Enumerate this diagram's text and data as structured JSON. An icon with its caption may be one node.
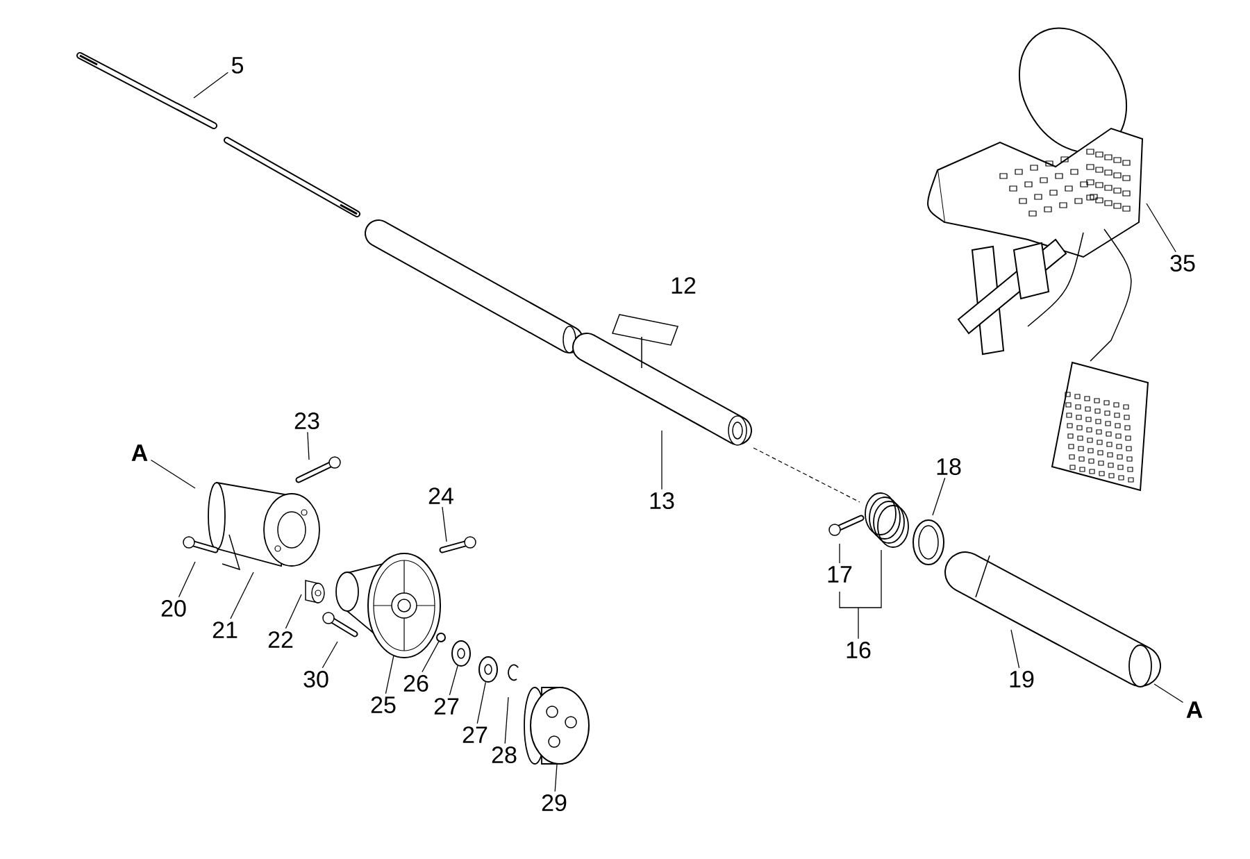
{
  "diagram": {
    "nodes": [
      {
        "text": [
          "5"
        ]
      },
      {
        "text": [
          "35"
        ]
      },
      {
        "text": [
          "23"
        ]
      },
      {
        "text": [
          "A"
        ]
      },
      {
        "text": [
          "13"
        ]
      },
      {
        "text": [
          "24"
        ]
      },
      {
        "text": [
          "18"
        ]
      },
      {
        "text": [
          "17"
        ]
      },
      {
        "text": [
          "20"
        ]
      },
      {
        "text": [
          "21"
        ]
      },
      {
        "text": [
          "22"
        ]
      },
      {
        "text": [
          "16"
        ]
      },
      {
        "text": [
          "30"
        ]
      },
      {
        "text": [
          "25"
        ]
      },
      {
        "text": [
          "26"
        ]
      },
      {
        "text": [
          "19"
        ]
      },
      {
        "text": [
          "27"
        ]
      },
      {
        "text": [
          "A"
        ]
      },
      {
        "text": [
          "27"
        ]
      },
      {
        "text": [
          "28"
        ]
      },
      {
        "text": [
          "29"
        ]
      },
      {
        "text": [],
        "shape": "circle"
      },
      {
        "text": [],
        "shape": "circle"
      },
      {
        "text": [],
        "shape": "circle"
      },
      {
        "text": [],
        "shape": "circle"
      },
      {
        "text": [],
        "shape": "circle"
      }
    ],
    "edges": [
      {
        "from": 0,
        "to": null,
        "arrow": "none"
      },
      {
        "from": 1,
        "to": null,
        "arrow": "none"
      },
      {
        "from": 2,
        "to": null,
        "arrow": "none"
      },
      {
        "from": 3,
        "to": null,
        "arrow": "none"
      },
      {
        "from": 4,
        "to": null,
        "arrow": "none"
      },
      {
        "from": 5,
        "to": null,
        "arrow": "none"
      },
      {
        "from": 6,
        "to": null,
        "arrow": "none"
      },
      {
        "from": 7,
        "to": null,
        "arrow": "none"
      },
      {
        "from": 8,
        "to": null,
        "arrow": "none"
      },
      {
        "from": 9,
        "to": null,
        "arrow": "none"
      },
      {
        "from": 10,
        "to": null,
        "arrow": "none"
      },
      {
        "from": 11,
        "to": null,
        "arrow": "none"
      },
      {
        "from": 12,
        "to": null,
        "arrow": "none"
      },
      {
        "from": 13,
        "to": 21,
        "arrow": "none"
      },
      {
        "from": 14,
        "to": 22,
        "arrow": "none"
      },
      {
        "from": 15,
        "to": null,
        "arrow": "none"
      },
      {
        "from": 16,
        "to": 23,
        "arrow": "none"
      },
      {
        "from": 17,
        "to": null,
        "arrow": "none"
      },
      {
        "from": 18,
        "to": 24,
        "arrow": "none"
      },
      {
        "from": 19,
        "to": null,
        "arrow": "none"
      },
      {
        "from": 20,
        "to": 25,
        "arrow": "none"
      }
    ],
    "labels": [
      "12"
    ]
  }
}
